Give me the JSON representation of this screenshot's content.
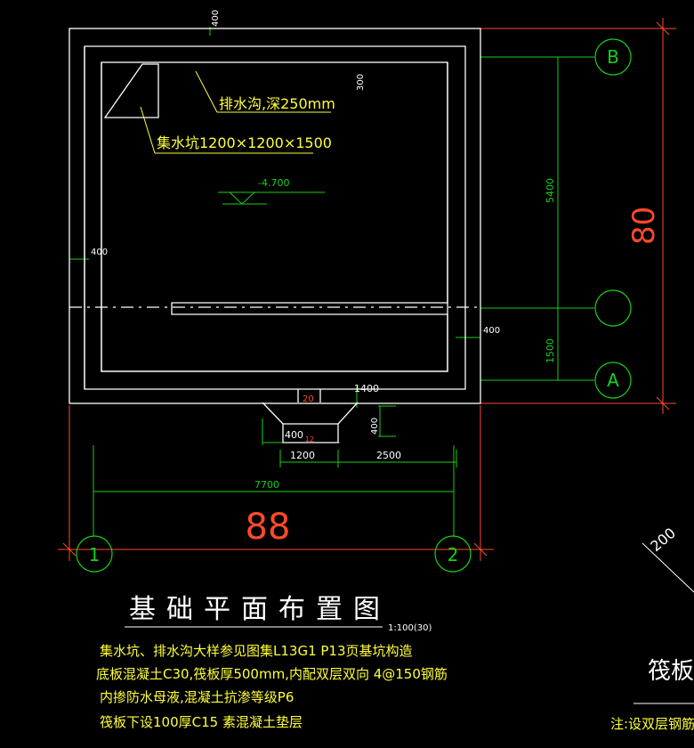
{
  "drawing": {
    "title": "基础平面布置图",
    "scale": "1:100(30)",
    "grid_axes": {
      "B": "B",
      "A": "A",
      "one": "1",
      "two": "2",
      "unlabeled": ""
    },
    "dimensions": {
      "wall_top": "400",
      "wall_left": "400",
      "wall_right": "400",
      "drain_offset": "300",
      "bay_upper": "5400",
      "bay_lower": "1500",
      "total_vertical": "80",
      "total_horizontal_label": "88",
      "total_width": "7700",
      "seg_left": "1200",
      "seg_right": "2500",
      "step_top": "1400",
      "step_left": "400",
      "step_vertical": "400",
      "small_20": "20",
      "small_12": "12",
      "diag_200": "200"
    },
    "annotations": {
      "drain": "排水沟,深250mm",
      "sump": "集水坑1200×1200×1500",
      "elevation": "-4.700"
    },
    "notes": [
      "集水坑、排水沟大样参见图集L13G1 P13页基坑构造",
      "底板混凝土C30,筏板厚500mm,内配双层双向 4@150钢筋",
      "内掺防水母液,混凝土抗渗等级P6",
      "筏板下设100厚C15  素混凝土垫层"
    ],
    "side_title_fragment": "筏板内",
    "side_note_fragment": "注:设双层钢筋的"
  }
}
